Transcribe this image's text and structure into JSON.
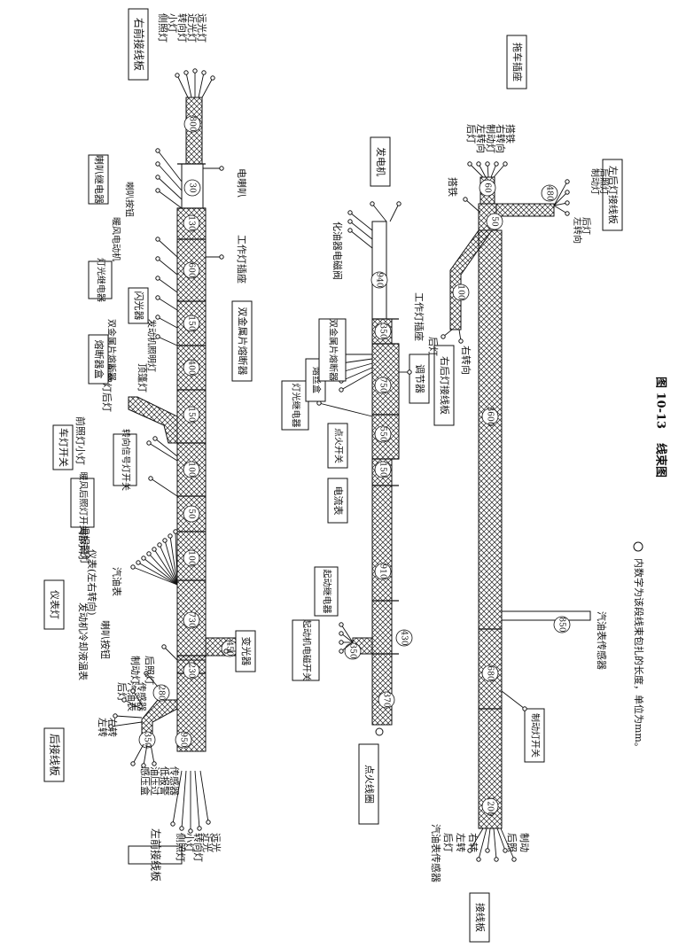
{
  "figure": {
    "number": "图 10-13",
    "title": "线束图",
    "note": "内数字为该段线束包扎的长度，单位为mm。"
  },
  "harness_top": {
    "panel_left_front": "左前接线板",
    "panel_right_front": "右前接线板",
    "panel_rear": "后接线板",
    "left_front_wires": [
      "侧照灯",
      "小灯",
      "转向灯",
      "近光",
      "远光"
    ],
    "right_front_wires": [
      "侧照灯",
      "小灯",
      "转向灯",
      "近光灯",
      "远光灯"
    ],
    "sensors": [
      "感压盒",
      "油压过",
      "低报警",
      "传感器"
    ],
    "rear_panel_wires": [
      "左转",
      "右转",
      "后灯",
      "汽油表",
      "传感器"
    ],
    "brake_light": "制动灯",
    "rear_light": "后照灯",
    "horn_button": "喇叭按钮",
    "dimmer": "变光器",
    "instrument_light": "仪表灯",
    "instrument_wires": [
      "发动机冷却液温表",
      "汽油表",
      "仪表(左右转向)",
      "指示灯",
      "油压感温报警灯"
    ],
    "heater_switch": "暖风后照灯开关",
    "turn_switch": "转向信号灯开关",
    "lamp_switch": "车灯开关",
    "front_lamp": "前照灯小灯",
    "side_lamp": "侧照灯后灯",
    "dome_lamp": "顶篷灯",
    "fuse_double": "双金属片熔断器",
    "fuse_box": "熔断器盒",
    "engine_light": "发动机照明灯",
    "flasher": "闪光器",
    "light_relay": "灯光继电器",
    "heater_motor": "暖风电动机",
    "work_socket": "工作灯插座",
    "horn_relay": "喇叭继电器",
    "horn_btn2": "喇叭按钮",
    "electric_horn": "电喇叭",
    "fuse_double_box": "双金属片熔断器",
    "lengths": [
      "950",
      "350",
      "280",
      "230",
      "450",
      "730",
      "100",
      "50",
      "100",
      "150",
      "400",
      "150",
      "600",
      "130",
      "30",
      "800"
    ]
  },
  "harness_mid": {
    "ignition_coil": "点火线圈",
    "starter_switch": "起动机电磁开关",
    "starter_relay": "起动继电器",
    "ammeter": "电流表",
    "ignition_switch": "点火开关",
    "light_relay": "灯光继电器",
    "fuse_box": "熔丝盒",
    "double_fuse": "双金属片熔断器",
    "regulator": "调节器",
    "work_socket": "工作灯插座",
    "carb_valve": "化油器电磁阀",
    "generator": "发电机",
    "rear_panel": "右后灯接线板",
    "rear_light": "后灯",
    "right_turn": "右转向",
    "lengths": [
      "370",
      "430",
      "350",
      "910",
      "150",
      "550",
      "750",
      "350",
      "940",
      "100"
    ]
  },
  "harness_bottom": {
    "panel": "接线板",
    "wires": [
      "汽油表传感器",
      "后灯",
      "左转",
      "右转",
      "后照",
      "制动"
    ],
    "brake_switch": "制动灯开关",
    "fuel_sensor": "汽油表传感器",
    "trailer_socket": "拖车插座",
    "trailer_wires": [
      "后灯",
      "左转向",
      "制动灯",
      "右转向",
      "搭铁"
    ],
    "left_rear_panel": "左后灯接线板",
    "left_rear_wires": [
      "左转向",
      "后灯",
      "制动灯",
      "后照灯"
    ],
    "ground": "搭铁",
    "lengths": [
      "1200",
      "680",
      "850",
      "3600",
      "60",
      "50",
      "480"
    ]
  }
}
